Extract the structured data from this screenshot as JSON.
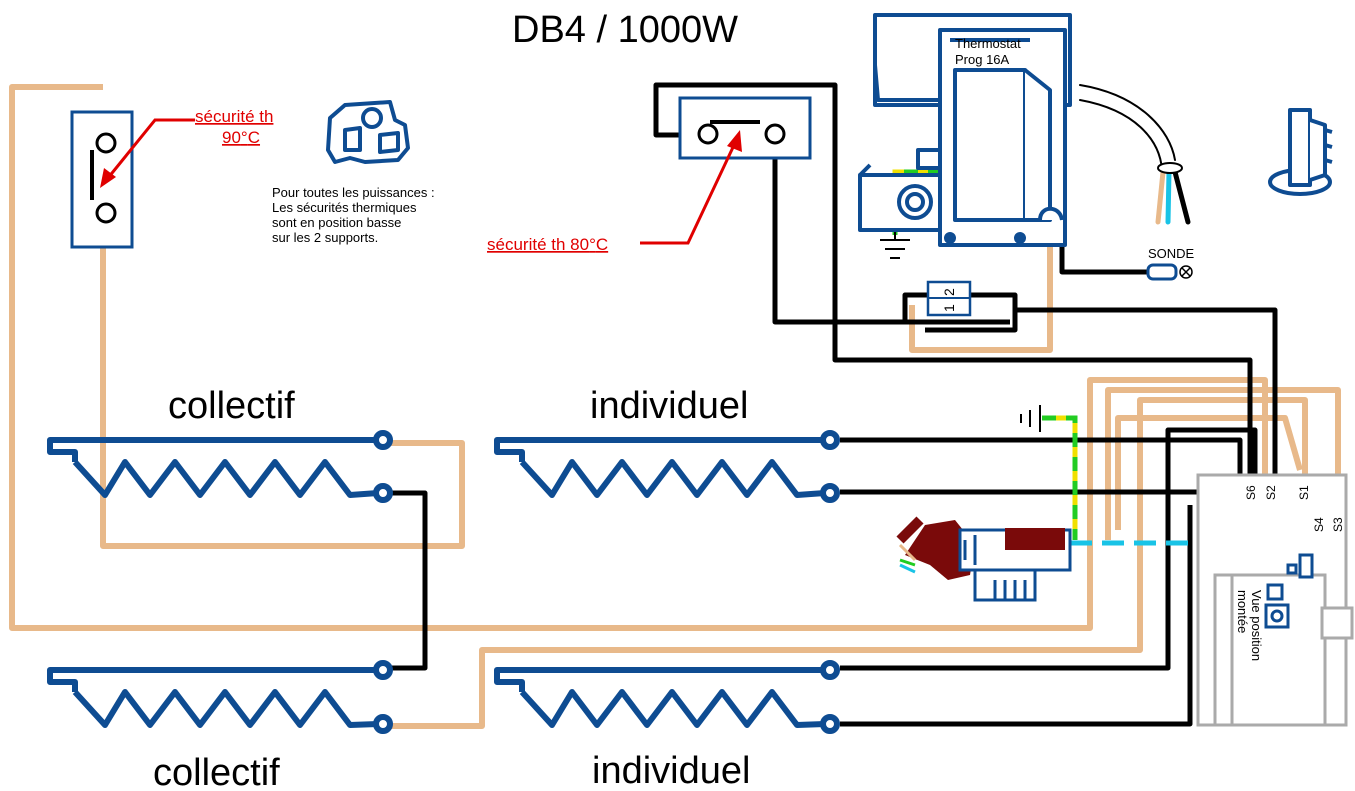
{
  "title": "DB4 / 1000W",
  "thermostat": {
    "line1": "Thermostat",
    "line2": "Prog 16A"
  },
  "safety_90": {
    "line1": "sécurité th",
    "line2_num": "90",
    "line2_unit": "C"
  },
  "safety_80": {
    "text": "sécurité th 80",
    "unit": "C"
  },
  "note": {
    "line1": "Pour toutes les puissances :",
    "line2": "Les sécurités thermiques",
    "line3": "sont en position basse",
    "line4": "sur les 2 supports."
  },
  "sonde": "SONDE",
  "relay": {
    "pin1": "1",
    "pin2": "2"
  },
  "elements": {
    "top_left": "collectif",
    "top_right": "individuel",
    "bottom_left": "collectif",
    "bottom_right": "individuel"
  },
  "terminals": [
    "S6",
    "S2",
    "S1",
    "S4",
    "S3"
  ],
  "mount_view": {
    "line1": "Vue position",
    "line2": "montée"
  },
  "colors": {
    "element_blue": "#0e4c92",
    "wire_tan": "#e8b98a",
    "wire_black": "#000000",
    "wire_cyan": "#19c3e6",
    "earth_green": "#22cc22",
    "earth_yellow": "#f0e000",
    "label_red": "#e00000",
    "connector_brown": "#7a0a0a"
  }
}
